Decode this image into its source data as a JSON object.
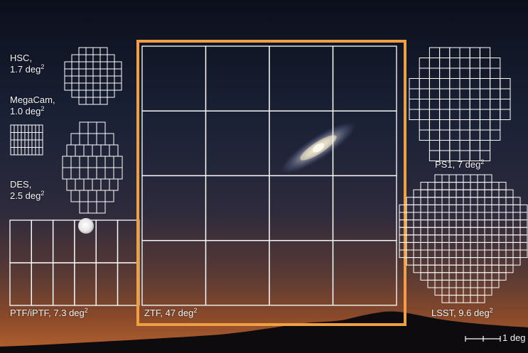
{
  "colors": {
    "ztf_outline": "#F0A043",
    "grid_lines": "#FFFFFF"
  },
  "labels": {
    "hsc": {
      "name": "HSC,",
      "value": "1.7 deg",
      "exp": "2"
    },
    "megacam": {
      "name": "MegaCam,",
      "value": "1.0 deg",
      "exp": "2"
    },
    "des": {
      "name": "DES,",
      "value": "2.5 deg",
      "exp": "2"
    },
    "ptf": {
      "text": "PTF/iPTF, 7.3 deg",
      "exp": "2"
    },
    "ztf": {
      "text": "ZTF, 47 deg",
      "exp": "2"
    },
    "ps1": {
      "text": "PS1, 7 deg",
      "exp": "2"
    },
    "lsst": {
      "text": "LSST, 9.6 deg",
      "exp": "2"
    },
    "scale": {
      "text": "1 deg"
    }
  },
  "icons": {
    "moon": "moon-icon",
    "galaxy": "galaxy-icon"
  }
}
